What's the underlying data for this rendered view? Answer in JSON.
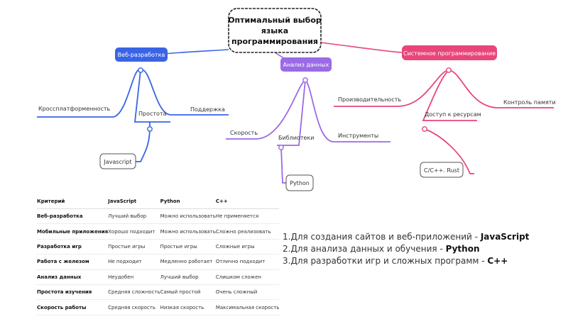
{
  "mindmap": {
    "root": [
      "Оптимальный выбор",
      "языка",
      "программирования"
    ],
    "branches": {
      "web": {
        "label": "Веб-разработка",
        "color": "#3a64e6",
        "items": {
          "crossplatform": "Кроссплатформенность",
          "simplicity": "Простота",
          "support": "Поддержка",
          "leaf": "Javascript"
        }
      },
      "data": {
        "label": "Анализ данных",
        "color": "#9b6ae6",
        "items": {
          "speed": "Скорость",
          "libraries": "Библиотеки",
          "tools": "Инструменты",
          "leaf": "Python"
        }
      },
      "system": {
        "label": "Системное программирование",
        "color": "#e8467a",
        "items": {
          "performance": "Производительность",
          "resources": "Доступ к ресурсам",
          "memory": "Контроль памяти",
          "leaf": "C/C++. Rust"
        }
      }
    }
  },
  "table": {
    "headers": [
      "Критерий",
      "JavaScript",
      "Python",
      "C++"
    ],
    "rows": [
      [
        "Веб-разработка",
        "Лучший выбор",
        "Можно использовать",
        "Не применяется"
      ],
      [
        "Мобильные приложения",
        "Хорошо подходит",
        "Можно использовать",
        "Сложно реализовать"
      ],
      [
        "Разработка игр",
        "Простые игры",
        "Простые игры",
        "Сложные игры"
      ],
      [
        "Работа с железом",
        "Не подходит",
        "Медленно работает",
        "Отлично подходит"
      ],
      [
        "Анализ данных",
        "Неудобен",
        "Лучший выбор",
        "Слишком сложен"
      ],
      [
        "Простота изучения",
        "Средняя сложность",
        "Самый простой",
        "Очень сложный"
      ],
      [
        "Скорость работы",
        "Средняя скорость",
        "Низкая скорость",
        "Максимальная скорость"
      ]
    ]
  },
  "summary": [
    {
      "text": "1.Для создания сайтов и веб-приложений - ",
      "bold": "JavaScript"
    },
    {
      "text": "2.Для анализа данных и обучения - ",
      "bold": "Python"
    },
    {
      "text": "3.Для разработки игр и сложных программ - ",
      "bold": "C++"
    }
  ]
}
